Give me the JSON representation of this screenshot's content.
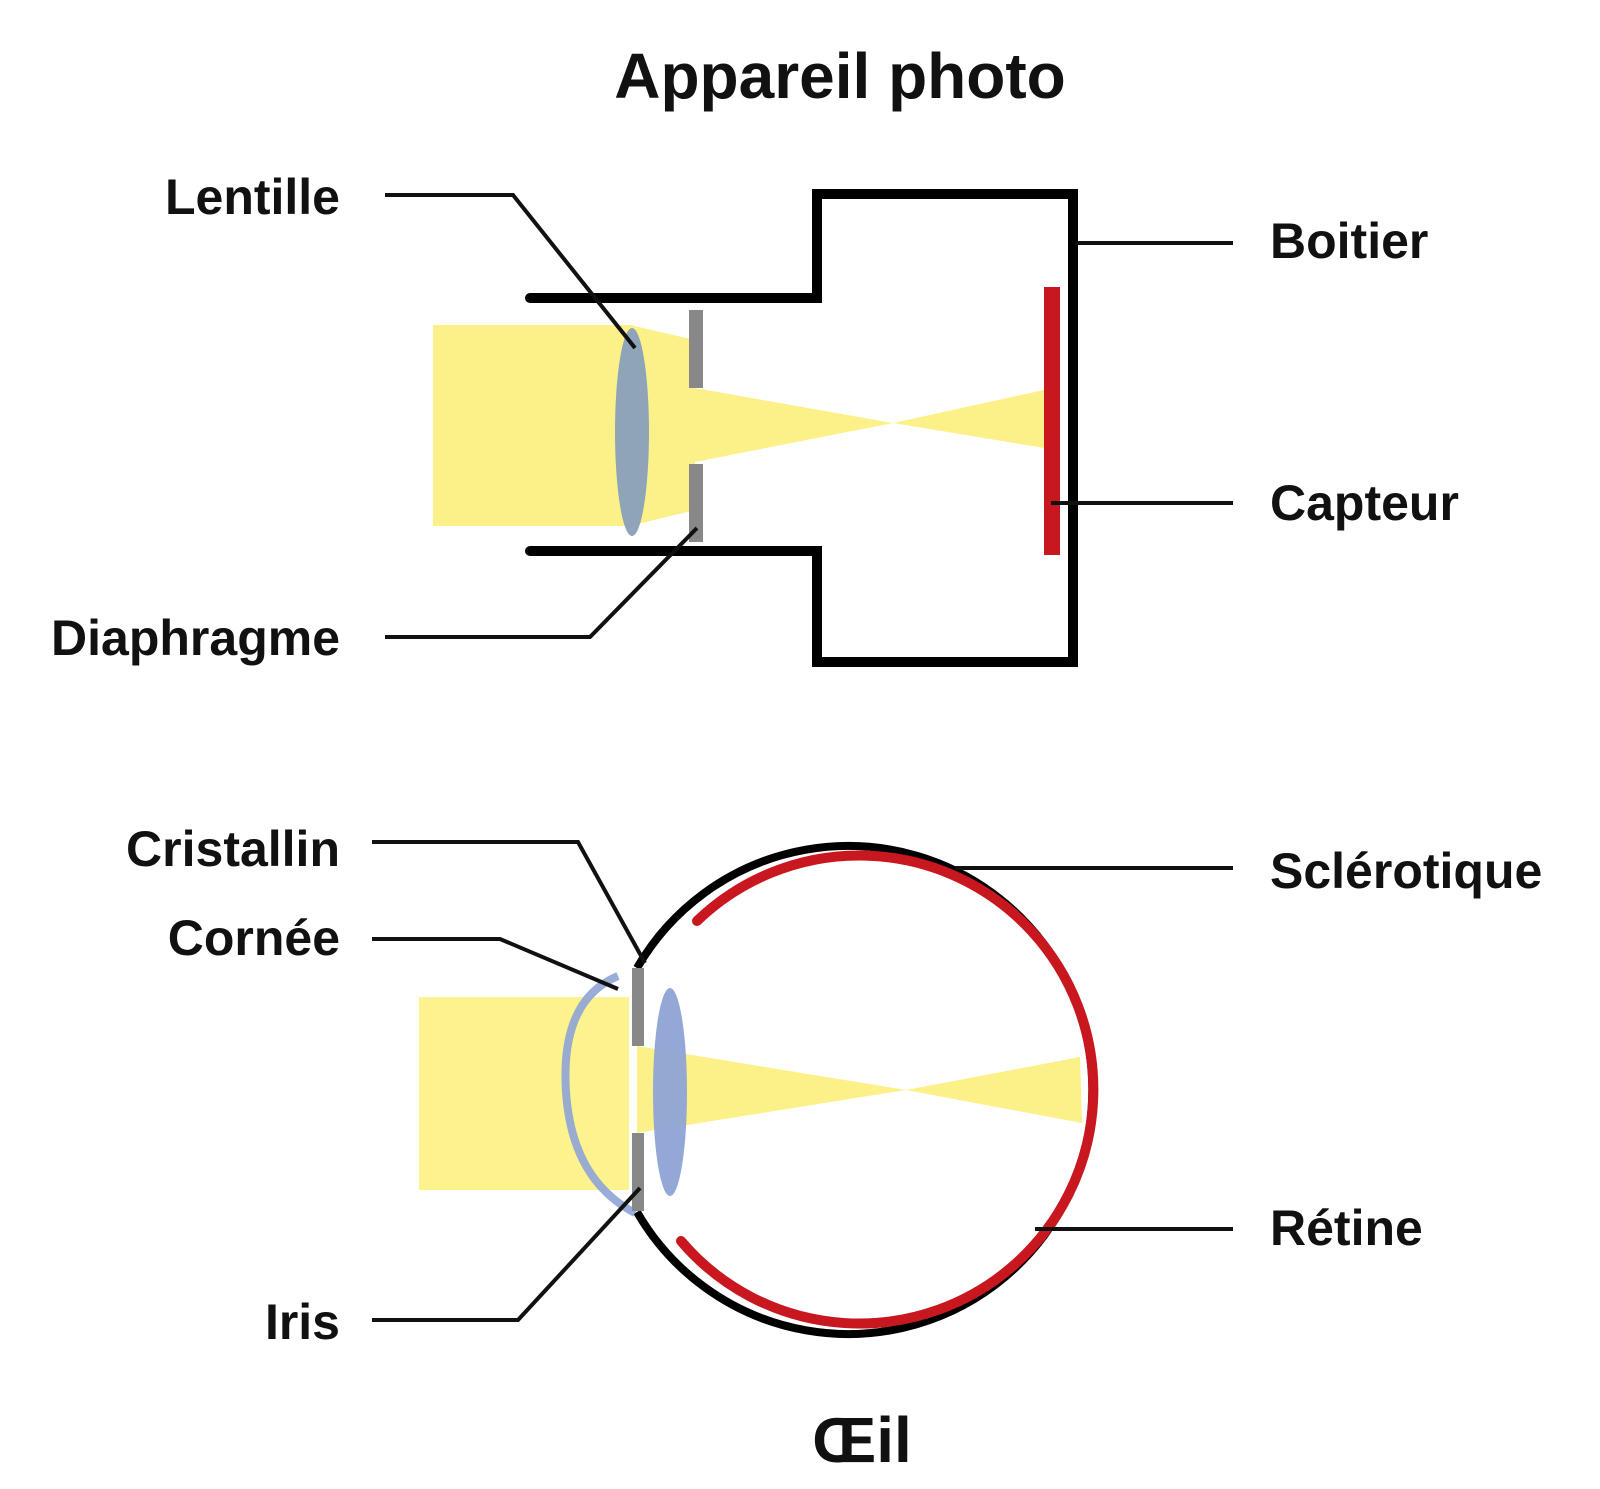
{
  "camera": {
    "title": "Appareil photo",
    "labels": {
      "lens": "Lentille",
      "diaphragm": "Diaphragme",
      "housing": "Boitier",
      "sensor": "Capteur"
    }
  },
  "eye": {
    "title": "Œil",
    "labels": {
      "crystalline_lens": "Cristallin",
      "cornea": "Cornée",
      "iris": "Iris",
      "sclera": "Sclérotique",
      "retina": "Rétine"
    }
  },
  "colors": {
    "light": "#fcf188",
    "outline": "#000000",
    "sensor_retina": "#c8171e",
    "lens_camera": "#8fa4b8",
    "lens_eye": "#8ea3d6",
    "cornea": "#8ea3d6",
    "diaphragm_iris": "#888888",
    "leader_line": "#111111"
  }
}
